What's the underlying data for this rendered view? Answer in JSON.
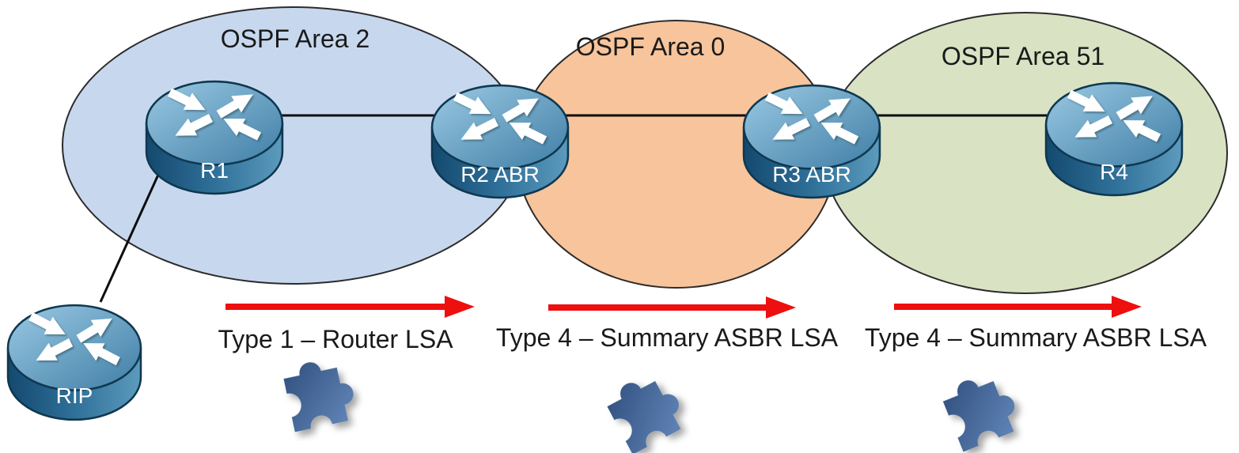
{
  "areas": [
    {
      "label": "OSPF Area 2",
      "fill": "#C7D8EE"
    },
    {
      "label": "OSPF Area 0",
      "fill": "#F8C49B"
    },
    {
      "label": "OSPF Area 51",
      "fill": "#D9E3C3"
    }
  ],
  "routers": [
    {
      "label": "R1"
    },
    {
      "label": "R2 ABR"
    },
    {
      "label": "R3 ABR"
    },
    {
      "label": "R4"
    },
    {
      "label": "RIP"
    }
  ],
  "links": [
    [
      "R1",
      "R2 ABR"
    ],
    [
      "R2 ABR",
      "R3 ABR"
    ],
    [
      "R3 ABR",
      "R4"
    ],
    [
      "R1",
      "RIP"
    ]
  ],
  "lsa_flows": [
    {
      "label": "Type 1 – Router LSA",
      "direction": "right"
    },
    {
      "label": "Type 4 – Summary ASBR LSA",
      "direction": "right"
    },
    {
      "label": "Type 4 – Summary ASBR LSA",
      "direction": "right"
    }
  ],
  "icons": {
    "router": "router-icon",
    "puzzle": "puzzle-piece-icon",
    "flow_arrow": "red-right-arrow-icon"
  },
  "colors": {
    "area_2_fill": "#C7D8EE",
    "area_0_fill": "#F8C49B",
    "area_51_fill": "#D9E3C3",
    "ellipse_stroke": "#2B2B2B",
    "link_line": "#0D0D0D",
    "flow_arrow": "#EE0F0F",
    "router_top_light": "#9BCAE4",
    "router_body_dark": "#14496F",
    "router_outline": "#0F3850",
    "puzzle_fill_dark": "#2F4F7E",
    "puzzle_fill_light": "#6488BA",
    "label_text": "#1A1A1A",
    "router_label": "#FFFFFF",
    "background": "#FFFFFF"
  }
}
